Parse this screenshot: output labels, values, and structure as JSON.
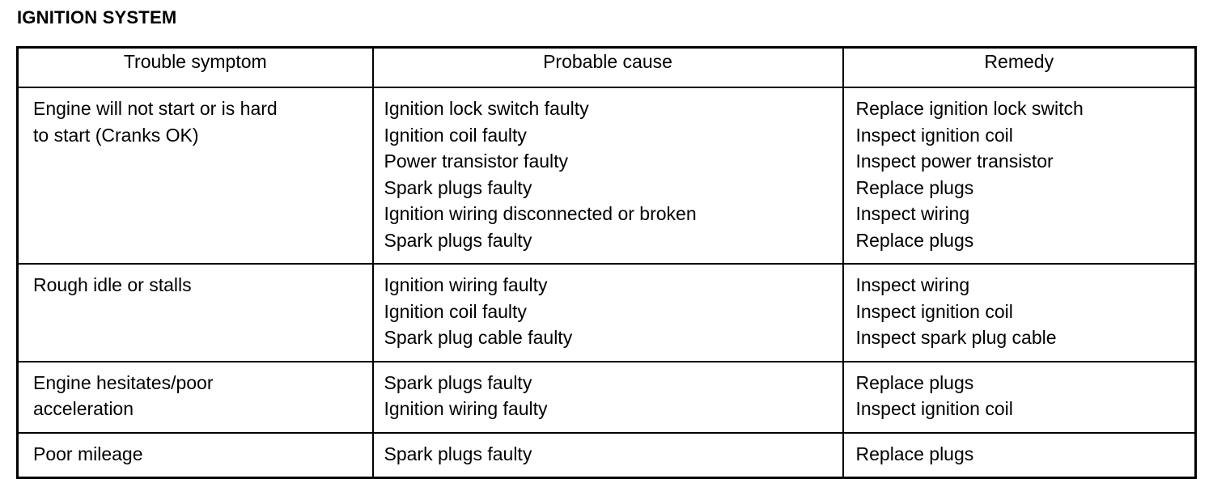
{
  "page": {
    "title": "IGNITION SYSTEM"
  },
  "table": {
    "headers": [
      "Trouble symptom",
      "Probable cause",
      "Remedy"
    ],
    "rows": [
      {
        "symptom": [
          "Engine will not start or is hard",
          "to start (Cranks OK)"
        ],
        "causes": [
          "Ignition lock switch faulty",
          "Ignition coil faulty",
          "Power transistor faulty",
          "Spark plugs faulty",
          "Ignition wiring disconnected or broken",
          "Spark plugs faulty"
        ],
        "remedies": [
          "Replace ignition lock switch",
          "Inspect ignition coil",
          "Inspect power transistor",
          "Replace plugs",
          "Inspect wiring",
          "Replace plugs"
        ]
      },
      {
        "symptom": [
          "Rough idle or stalls"
        ],
        "causes": [
          "Ignition wiring faulty",
          "Ignition coil faulty",
          "Spark plug cable faulty"
        ],
        "remedies": [
          "Inspect wiring",
          "Inspect ignition coil",
          "Inspect spark plug cable"
        ]
      },
      {
        "symptom": [
          "Engine hesitates/poor",
          "acceleration"
        ],
        "causes": [
          "Spark plugs faulty",
          "Ignition wiring faulty"
        ],
        "remedies": [
          "Replace plugs",
          "Inspect ignition coil"
        ]
      },
      {
        "symptom": [
          "Poor mileage"
        ],
        "causes": [
          "Spark plugs faulty"
        ],
        "remedies": [
          "Replace plugs"
        ]
      }
    ]
  },
  "colors": {
    "text": "#000000",
    "background": "#ffffff",
    "border": "#000000"
  }
}
